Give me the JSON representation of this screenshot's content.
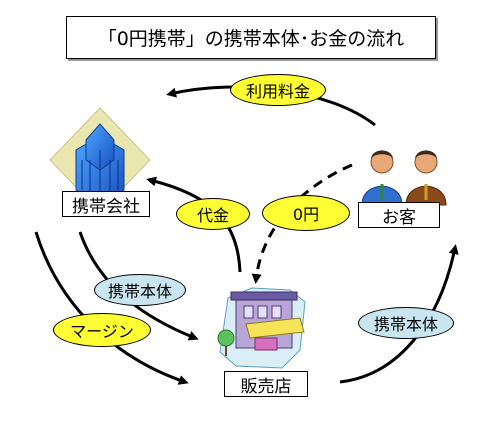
{
  "title": "「0円携帯」の携帯本体･お金の流れ",
  "nodes": {
    "company": "携帯会社",
    "customer": "お客",
    "shop": "販売店"
  },
  "flow_labels": {
    "usage_fee": "利用料金",
    "payment": "代金",
    "zero_yen": "0円",
    "handset_to_shop": "携帯本体",
    "margin": "マージン",
    "handset_to_customer": "携帯本体"
  },
  "colors": {
    "yellow_pill": "#ffff33",
    "blue_pill": "#c9e6f0"
  }
}
